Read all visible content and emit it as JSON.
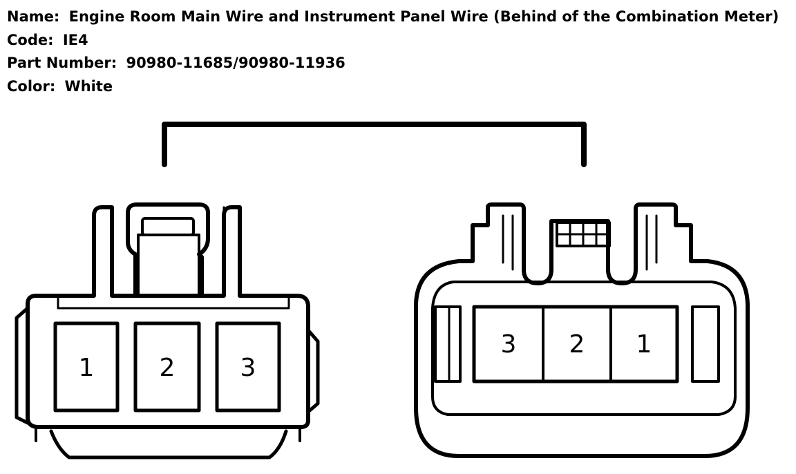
{
  "info": {
    "name_label": "Name:",
    "name_value": "Engine Room Main Wire and Instrument Panel Wire (Behind of the Combination Meter)",
    "code_label": "Code:",
    "code_value": "IE4",
    "part_label": "Part Number:",
    "part_value": "90980-11685/90980-11936",
    "color_label": "Color:",
    "color_value": "White"
  },
  "connectors": {
    "left": {
      "pins": [
        "1",
        "2",
        "3"
      ]
    },
    "right": {
      "pins": [
        "3",
        "2",
        "1"
      ]
    }
  },
  "colors": {
    "line": "#000000",
    "background": "#ffffff"
  }
}
